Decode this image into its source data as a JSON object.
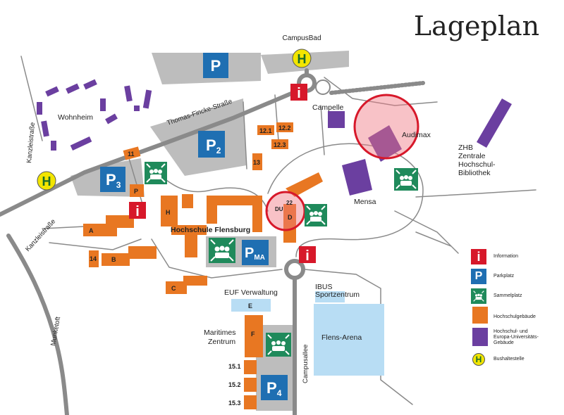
{
  "title": "Lageplan",
  "colors": {
    "orange": "#E87722",
    "purple": "#6B3FA0",
    "parking_blue": "#1F6FB2",
    "info_red": "#D7182A",
    "assembly_green": "#1F8A5B",
    "bus_yellow": "#F2E500",
    "arena_blue": "#B8DDF4",
    "road_gray": "#8A8A8A",
    "area_gray": "#BDBDBD"
  },
  "streets": {
    "thomas_fincke": "Thomas-Fincke-Straße",
    "kanzleistrasse_top": "Kanzleistraße",
    "kanzleistrasse_bottom": "Kanzleistraße",
    "munketoft": "Munketoft",
    "campusallee": "Campusallee"
  },
  "places": {
    "campusbad": "CampusBad",
    "wohnheim": "Wohnheim",
    "campelle": "Campelle",
    "audimax": "Audimax",
    "zhb_line1": "ZHB",
    "zhb_line2": "Zentrale",
    "zhb_line3": "Hochschul-",
    "zhb_line4": "Bibliothek",
    "mensa": "Mensa",
    "hochschule": "Hochschule Flensburg",
    "euf": "EUF Verwaltung",
    "ibus_line1": "IBUS",
    "ibus_line2": "Sportzentrum",
    "flens_arena": "Flens-Arena",
    "maritimes_line1": "Maritimes",
    "maritimes_line2": "Zentrum"
  },
  "buildings": {
    "b11": "11",
    "b12_1": "12.1",
    "b12_2": "12.2",
    "b12_3": "12.3",
    "b13": "13",
    "bP": "P",
    "bH": "H",
    "bA": "A",
    "bB": "B",
    "b14": "14",
    "bC": "C",
    "bE": "E",
    "bF": "F",
    "bD": "D",
    "bDU": "DU",
    "b22": "22",
    "b15_1": "15.1",
    "b15_2": "15.2",
    "b15_3": "15.3"
  },
  "parking": {
    "p1": "P",
    "p2": "P",
    "p2_sub": "2",
    "p3": "P",
    "p3_sub": "3",
    "pma": "P",
    "pma_sub": "MA",
    "p4": "P",
    "p4_sub": "4"
  },
  "symbols": {
    "info": "i",
    "parking": "P",
    "bus": "H"
  },
  "legend": {
    "information": "Information",
    "parkplatz": "Parkplatz",
    "sammelplatz": "Sammelplatz",
    "hochschulgebaeude": "Hochschulgebäude",
    "uni_line1": "Hochschul- und",
    "uni_line2": "Europa-Universitäts-",
    "uni_line3": "Gebäude",
    "bushaltestelle": "Bushaltestelle"
  }
}
